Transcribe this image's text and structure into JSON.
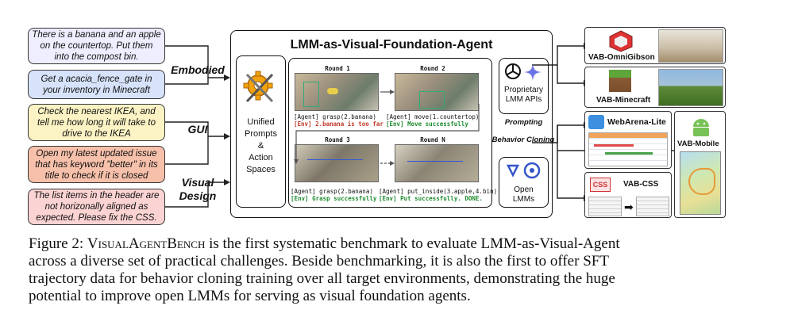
{
  "tasks": [
    {
      "text": "There is a banana and an apple on the countertop. Put them into the compost bin.",
      "color": "#eeeeff"
    },
    {
      "text": "Get a acacia_fence_gate in your inventory in Minecraft",
      "color": "#d7e3fa"
    },
    {
      "text": "Check the nearest IKEA, and tell me how long it will take to drive to the IKEA",
      "color": "#fbf3c4"
    },
    {
      "text": "Open my latest updated issue that has keyword \"better\" in its title to check if it is closed",
      "color": "#f6c0aa"
    },
    {
      "text": "The list items in the header are not horizonally aligned as expected. Please fix the CSS.",
      "color": "#fbd3d3"
    }
  ],
  "categories": {
    "embodied": "Embodied",
    "gui": "GUI",
    "visual": "Visual",
    "design": "Design"
  },
  "main_title": "LMM-as-Visual-Foundation-Agent",
  "unified": [
    "Unified",
    "Prompts",
    "&",
    "Action",
    "Spaces"
  ],
  "rounds": [
    {
      "label": "Round 1",
      "agent": "[Agent] grasp(2.banana)",
      "env": "[Env] 2.banana is too far",
      "status": "fail"
    },
    {
      "label": "Round 2",
      "agent": "[Agent] move(1.countertop)",
      "env": "[Env] Move successfully",
      "status": "ok"
    },
    {
      "label": "Round 3",
      "agent": "[Agent] grasp(2.banana)",
      "env": "[Env] Grasp successfully",
      "status": "ok"
    },
    {
      "label": "Round N",
      "agent": "[Agent] put_inside(3.apple,4.bin)",
      "env": "[Env] Put successfully. DONE.",
      "status": "ok"
    }
  ],
  "proprietary": [
    "Proprietary",
    "LMM APIs"
  ],
  "open_lmms": [
    "Open",
    "LMMs"
  ],
  "prompting": "Prompting",
  "behavior_cloning": "Behavior Cloning",
  "environments": {
    "omnigibson": "VAB-OmniGibson",
    "minecraft": "VAB-Minecraft",
    "webarena": "WebArena-Lite",
    "mobile": "VAB-Mobile",
    "css": "VAB-CSS",
    "css_logo": "CSS"
  },
  "caption": {
    "prefix": "Figure 2: ",
    "name": "VisualAgentBench",
    "line1_rest": " is the first systematic benchmark to evaluate LMM-as-Visual-Agent",
    "line2": "across a diverse set of practical challenges.  Beside benchmarking, it is also the first to offer SFT",
    "line3": "trajectory data for behavior cloning training over all target environments, demonstrating the huge",
    "line4": "potential to improve open LMMs for serving as visual foundation agents."
  }
}
